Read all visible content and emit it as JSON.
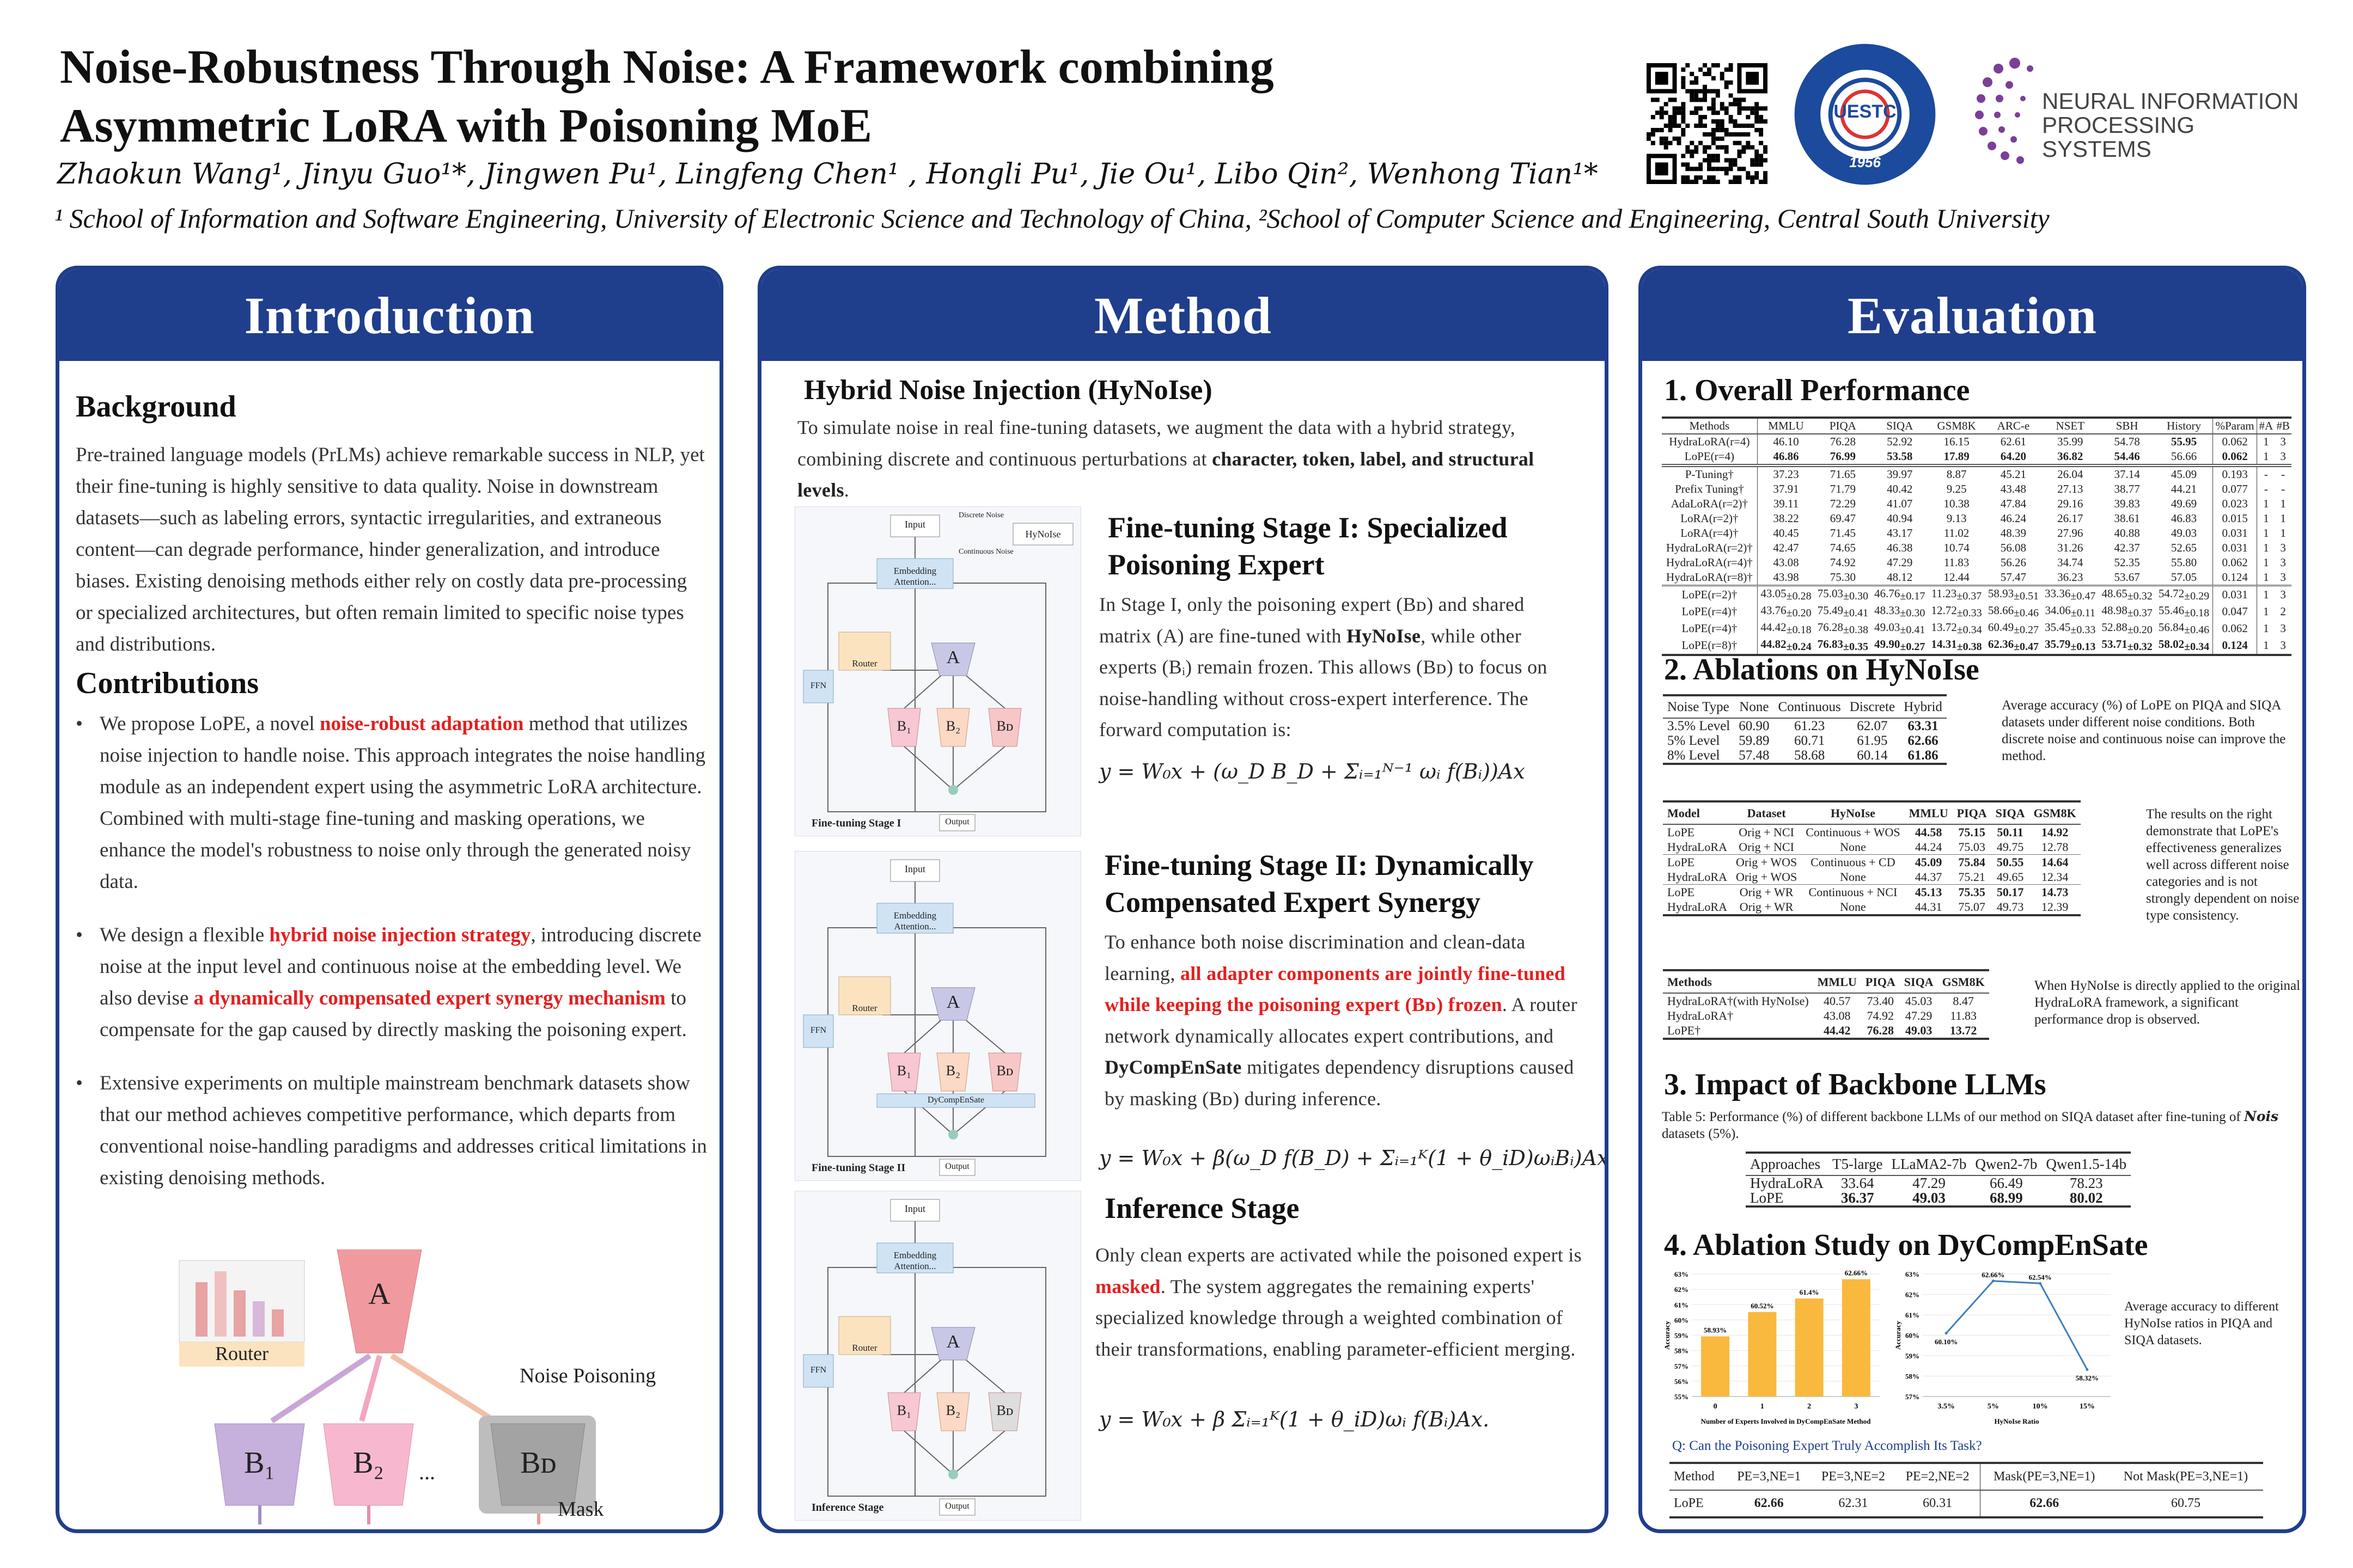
{
  "header": {
    "title_line1": "Noise-Robustness Through Noise: A Framework combining",
    "title_line2": "Asymmetric LoRA with Poisoning MoE",
    "authors": "Zhaokun Wang¹, Jinyu Guo¹*, Jingwen Pu¹, Lingfeng Chen¹ , Hongli Pu¹, Jie Ou¹, Libo Qin², Wenhong Tian¹*",
    "affiliations": "¹ School of Information and Software Engineering, University of Electronic Science and Technology of China, ²School of Computer Science and Engineering, Central South University",
    "uestc_logo": {
      "center": "UESTC",
      "year": "1956"
    },
    "neurips_logo": {
      "line1": "NEURAL INFORMATION",
      "line2": "PROCESSING SYSTEMS"
    }
  },
  "intro": {
    "title": "Introduction",
    "background_heading": "Background",
    "background_text": "Pre-trained language models (PrLMs) achieve remarkable success in NLP, yet their fine-tuning is highly sensitive to data quality. Noise in downstream datasets—such as labeling errors, syntactic irregularities, and extraneous content—can degrade performance, hinder generalization, and introduce biases. Existing denoising methods either rely on costly data pre-processing or specialized architectures, but often remain limited to specific noise types and distributions.",
    "contributions_heading": "Contributions",
    "contributions": [
      [
        {
          "t": "We propose LoPE, a novel "
        },
        {
          "t": "noise-robust adaptation",
          "s": "red"
        },
        {
          "t": " method that utilizes noise injection to handle noise. This approach integrates the noise handling module as an independent expert using the asymmetric LoRA architecture. Combined with multi-stage fine-tuning and masking operations, we enhance the model's robustness to noise only through the generated noisy data."
        }
      ],
      [
        {
          "t": "We design a flexible "
        },
        {
          "t": "hybrid noise injection strategy",
          "s": "red"
        },
        {
          "t": ", introducing discrete noise at the input level and continuous noise at the embedding level. We also devise "
        },
        {
          "t": "a dynamically compensated expert synergy mechanism",
          "s": "red"
        },
        {
          "t": " to compensate for the gap caused by directly masking the poisoning expert."
        }
      ],
      [
        {
          "t": "Extensive experiments on multiple mainstream benchmark datasets show that our method achieves competitive performance, which departs from conventional noise-handling paradigms and addresses critical limitations in existing denoising methods."
        }
      ]
    ],
    "diagram": {
      "router": "Router",
      "a": "A",
      "b1": "B₁",
      "b2": "B₂",
      "bd": "Bᴅ",
      "dots": "...",
      "noise_poisoning": "Noise Poisoning",
      "mask": "Mask"
    }
  },
  "method": {
    "title": "Method",
    "hynoise_heading": "Hybrid Noise Injection (HyNoIse)",
    "hynoise_text": [
      {
        "t": "To simulate noise in real fine-tuning datasets, we augment the data with a hybrid strategy, combining discrete and continuous perturbations at "
      },
      {
        "t": "character, token, label, and structural levels",
        "s": "b"
      },
      {
        "t": "."
      }
    ],
    "stage1_heading": "Fine-tuning Stage I: Specialized Poisoning Expert",
    "stage1_text": [
      {
        "t": "In Stage I, only the poisoning expert (Bᴅ) and shared matrix (A) are fine-tuned with "
      },
      {
        "t": "HyNoIse",
        "s": "b"
      },
      {
        "t": ", while other experts (Bᵢ) remain frozen. This allows (Bᴅ) to focus on noise-handling without cross-expert interference. The forward computation is:"
      }
    ],
    "stage1_eq": "y = W₀x + (ω_D B_D + Σᵢ₌₁ᴺ⁻¹ ωᵢ f(Bᵢ))Ax",
    "stage2_heading": "Fine-tuning Stage II: Dynamically Compensated Expert Synergy",
    "stage2_text": [
      {
        "t": "To enhance both noise discrimination and clean-data learning, "
      },
      {
        "t": "all adapter components are jointly fine-tuned while keeping the poisoning expert (Bᴅ) frozen",
        "s": "red"
      },
      {
        "t": ". A router network dynamically allocates expert contributions, and "
      },
      {
        "t": "DyCompEnSate",
        "s": "b"
      },
      {
        "t": " mitigates dependency disruptions caused by masking (Bᴅ) during inference."
      }
    ],
    "stage2_eq": "y = W₀x + β(ω_D f(B_D) + Σᵢ₌₁ᴷ(1 + θ_iD)ωᵢBᵢ)Ax,",
    "inference_heading": "Inference Stage",
    "inference_text": [
      {
        "t": "Only clean experts are activated while the poisoned expert is "
      },
      {
        "t": "masked",
        "s": "red"
      },
      {
        "t": ". The system aggregates the remaining experts' specialized knowledge through a weighted combination of their transformations, enabling parameter-efficient merging."
      }
    ],
    "inference_eq": "y = W₀x + β Σᵢ₌₁ᴷ(1 + θ_iD)ωᵢ f(Bᵢ)Ax.",
    "diagrams": [
      {
        "caption": "Fine-tuning Stage I",
        "input": "Input",
        "embedding": "Embedding Attention...",
        "discrete": "Discrete Noise",
        "continuous": "Continuous Noise",
        "hynoise": "HyNoIse",
        "router": "Router",
        "ffn": "FFN",
        "a": "A",
        "b1": "B₁",
        "b2": "B₂",
        "bd": "Bᴅ",
        "output": "Output",
        "extra": ""
      },
      {
        "caption": "Fine-tuning Stage II",
        "input": "Input",
        "embedding": "Embedding Attention...",
        "discrete": "",
        "continuous": "",
        "hynoise": "",
        "router": "Router",
        "ffn": "FFN",
        "a": "A",
        "b1": "B₁",
        "b2": "B₂",
        "bd": "Bᴅ",
        "output": "Output",
        "extra": "DyCompEnSate"
      },
      {
        "caption": "Inference Stage",
        "input": "Input",
        "embedding": "Embedding Attention...",
        "discrete": "",
        "continuous": "",
        "hynoise": "",
        "router": "Router",
        "ffn": "FFN",
        "a": "A",
        "b1": "B₁",
        "b2": "B₂",
        "bd": "Bᴅ",
        "output": "Output",
        "extra": ""
      }
    ]
  },
  "eval": {
    "title": "Evaluation",
    "s1": "1. Overall Performance",
    "t1": {
      "header": [
        "Methods",
        "MMLU",
        "PIQA",
        "SIQA",
        "GSM8K",
        "ARC-e",
        "NSET",
        "SBH",
        "History",
        "%Param",
        "#A",
        "#B"
      ],
      "groups": [
        [
          {
            "c": [
              "HydraLoRA(r=4)",
              "46.10",
              "76.28",
              "52.92",
              "16.15",
              "62.61",
              "35.99",
              "54.78",
              "55.95",
              "0.062",
              "1",
              "3"
            ],
            "bold": [
              7
            ]
          },
          {
            "c": [
              "LoPE(r=4)",
              "46.86",
              "76.99",
              "53.58",
              "17.89",
              "64.20",
              "36.82",
              "54.46",
              "56.66",
              "0.062",
              "1",
              "3"
            ],
            "bold": [
              0,
              1,
              2,
              3,
              4,
              5,
              6,
              8
            ]
          }
        ],
        [
          {
            "c": [
              "P-Tuning†",
              "37.23",
              "71.65",
              "39.97",
              "8.87",
              "45.21",
              "26.04",
              "37.14",
              "45.09",
              "0.193",
              "-",
              "-"
            ]
          },
          {
            "c": [
              "Prefix Tuning†",
              "37.91",
              "71.79",
              "40.42",
              "9.25",
              "43.48",
              "27.13",
              "38.77",
              "44.21",
              "0.077",
              "-",
              "-"
            ]
          },
          {
            "c": [
              "AdaLoRA(r=2)†",
              "39.11",
              "72.29",
              "41.07",
              "10.38",
              "47.84",
              "29.16",
              "39.83",
              "49.69",
              "0.023",
              "1",
              "1"
            ]
          },
          {
            "c": [
              "LoRA(r=2)†",
              "38.22",
              "69.47",
              "40.94",
              "9.13",
              "46.24",
              "26.17",
              "38.61",
              "46.83",
              "0.015",
              "1",
              "1"
            ]
          },
          {
            "c": [
              "LoRA(r=4)†",
              "40.45",
              "71.45",
              "43.17",
              "11.02",
              "48.39",
              "27.96",
              "40.88",
              "49.03",
              "0.031",
              "1",
              "1"
            ]
          },
          {
            "c": [
              "HydraLoRA(r=2)†",
              "42.47",
              "74.65",
              "46.38",
              "10.74",
              "56.08",
              "31.26",
              "42.37",
              "52.65",
              "0.031",
              "1",
              "3"
            ]
          },
          {
            "c": [
              "HydraLoRA(r=4)†",
              "43.08",
              "74.92",
              "47.29",
              "11.83",
              "56.26",
              "34.74",
              "52.35",
              "55.80",
              "0.062",
              "1",
              "3"
            ]
          },
          {
            "c": [
              "HydraLoRA(r=8)†",
              "43.98",
              "75.30",
              "48.12",
              "12.44",
              "57.47",
              "36.23",
              "53.67",
              "57.05",
              "0.124",
              "1",
              "3"
            ]
          }
        ],
        [
          {
            "c": [
              "LoPE(r=2)†",
              "43.05",
              "75.03",
              "46.76",
              "11.23",
              "58.93",
              "33.36",
              "48.65",
              "54.72",
              "0.031",
              "1",
              "3"
            ],
            "sd": [
              "±0.28",
              "±0.30",
              "±0.17",
              "±0.37",
              "±0.51",
              "±0.47",
              "±0.32",
              "±0.29"
            ]
          },
          {
            "c": [
              "LoPE(r=4)†",
              "43.76",
              "75.49",
              "48.33",
              "12.72",
              "58.66",
              "34.06",
              "48.98",
              "55.46",
              "0.047",
              "1",
              "2"
            ],
            "sd": [
              "±0.20",
              "±0.41",
              "±0.30",
              "±0.33",
              "±0.46",
              "±0.11",
              "±0.37",
              "±0.18"
            ]
          },
          {
            "c": [
              "LoPE(r=4)†",
              "44.42",
              "76.28",
              "49.03",
              "13.72",
              "60.49",
              "35.45",
              "52.88",
              "56.84",
              "0.062",
              "1",
              "3"
            ],
            "sd": [
              "±0.18",
              "±0.38",
              "±0.41",
              "±0.34",
              "±0.27",
              "±0.33",
              "±0.20",
              "±0.46"
            ]
          },
          {
            "c": [
              "LoPE(r=8)†",
              "44.82",
              "76.83",
              "49.90",
              "14.31",
              "62.36",
              "35.79",
              "53.71",
              "58.02",
              "0.124",
              "1",
              "3"
            ],
            "sd": [
              "±0.24",
              "±0.35",
              "±0.27",
              "±0.38",
              "±0.47",
              "±0.13",
              "±0.32",
              "±0.34"
            ],
            "bold": [
              0,
              1,
              2,
              3,
              4,
              5,
              6,
              7,
              8
            ]
          }
        ]
      ]
    },
    "s2": "2. Ablations on HyNoIse",
    "t2": {
      "header": [
        "Noise Type",
        "None",
        "Continuous",
        "Discrete",
        "Hybrid"
      ],
      "rows": [
        [
          "3.5% Level",
          "60.90",
          "61.23",
          "62.07",
          "63.31"
        ],
        [
          "5% Level",
          "59.89",
          "60.71",
          "61.95",
          "62.66"
        ],
        [
          "8% Level",
          "57.48",
          "58.68",
          "60.14",
          "61.86"
        ]
      ],
      "caption": "Average accuracy (%) of LoPE on PIQA and SIQA datasets under different noise conditions. Both discrete noise and continuous noise can improve the method."
    },
    "t3": {
      "header": [
        "Model",
        "Dataset",
        "HyNoIse",
        "MMLU",
        "PIQA",
        "SIQA",
        "GSM8K"
      ],
      "groups": [
        [
          [
            "LoPE",
            "Orig + NCI",
            "Continuous + WOS",
            "44.58",
            "75.15",
            "50.11",
            "14.92"
          ],
          [
            "HydraLoRA",
            "Orig + NCI",
            "None",
            "44.24",
            "75.03",
            "49.75",
            "12.78"
          ]
        ],
        [
          [
            "LoPE",
            "Orig + WOS",
            "Continuous + CD",
            "45.09",
            "75.84",
            "50.55",
            "14.64"
          ],
          [
            "HydraLoRA",
            "Orig + WOS",
            "None",
            "44.37",
            "75.21",
            "49.65",
            "12.34"
          ]
        ],
        [
          [
            "LoPE",
            "Orig + WR",
            "Continuous + NCI",
            "45.13",
            "75.35",
            "50.17",
            "14.73"
          ],
          [
            "HydraLoRA",
            "Orig + WR",
            "None",
            "44.31",
            "75.07",
            "49.73",
            "12.39"
          ]
        ]
      ],
      "caption": "The results on the right demonstrate that LoPE's effectiveness generalizes well across different noise categories and is not strongly dependent on noise type consistency."
    },
    "t4": {
      "header": [
        "Methods",
        "MMLU",
        "PIQA",
        "SIQA",
        "GSM8K"
      ],
      "rows": [
        [
          "HydraLoRA†(with HyNoIse)",
          "40.57",
          "73.40",
          "45.03",
          "8.47"
        ],
        [
          "HydraLoRA†",
          "43.08",
          "74.92",
          "47.29",
          "11.83"
        ],
        [
          "LoPE†",
          "44.42",
          "76.28",
          "49.03",
          "13.72"
        ]
      ],
      "caption": "When HyNoIse is directly applied to the original HydraLoRA framework, a significant performance drop is observed."
    },
    "s3": "3. Impact of Backbone LLMs",
    "t5_caption_a": "Table 5: Performance (%) of different backbone LLMs of our method on SIQA dataset after fine-tuning of ",
    "t5_caption_nois": "Nois",
    "t5_caption_b": " datasets (5%).",
    "t5": {
      "header": [
        "Approaches",
        "T5-large",
        "LLaMA2-7b",
        "Qwen2-7b",
        "Qwen1.5-14b"
      ],
      "rows": [
        [
          "HydraLoRA",
          "33.64",
          "47.29",
          "66.49",
          "78.23"
        ],
        [
          "LoPE",
          "36.37",
          "49.03",
          "68.99",
          "80.02"
        ]
      ]
    },
    "s4": "4. Ablation Study on DyCompEnSate",
    "line_caption": "Average accuracy to different HyNoIse ratios in PIQA and SIQA datasets.",
    "question": "Q: Can the Poisoning Expert Truly Accomplish Its Task?",
    "t6": {
      "header": [
        "Method",
        "PE=3,NE=1",
        "PE=3,NE=2",
        "PE=2,NE=2",
        "Mask(PE=3,NE=1)",
        "Not Mask(PE=3,NE=1)"
      ],
      "row": [
        "LoPE",
        "62.66",
        "62.31",
        "60.31",
        "62.66",
        "60.75"
      ]
    }
  },
  "chart_data": [
    {
      "type": "bar",
      "categories": [
        "0",
        "1",
        "2",
        "3"
      ],
      "values": [
        58.93,
        60.52,
        61.4,
        62.66
      ],
      "labels": [
        "58.93%",
        "60.52%",
        "61.4%",
        "62.66%"
      ],
      "xlabel": "Number of Experts Involved in DyCompEnSate Method",
      "ylabel": "Accuracy",
      "ylim": [
        55,
        63
      ],
      "yticks": [
        "55%",
        "56%",
        "57%",
        "58%",
        "59%",
        "60%",
        "61%",
        "62%",
        "63%"
      ],
      "grid": true,
      "color": "#f9b93f"
    },
    {
      "type": "line",
      "categories": [
        "3.5%",
        "5%",
        "10%",
        "15%"
      ],
      "values": [
        60.1,
        62.66,
        62.54,
        58.32
      ],
      "labels": [
        "60.10%",
        "62.66%",
        "62.54%",
        "58.32%"
      ],
      "xlabel": "HyNoIse Ratio",
      "ylabel": "Accuracy",
      "ylim": [
        57,
        63
      ],
      "yticks": [
        "57%",
        "58%",
        "59%",
        "60%",
        "61%",
        "62%",
        "63%"
      ],
      "grid": true,
      "color": "#3d7ebf"
    }
  ],
  "colors": {
    "panel": "#1f3e8c",
    "accent_red": "#e41f1f",
    "question": "#1f3e8c"
  }
}
